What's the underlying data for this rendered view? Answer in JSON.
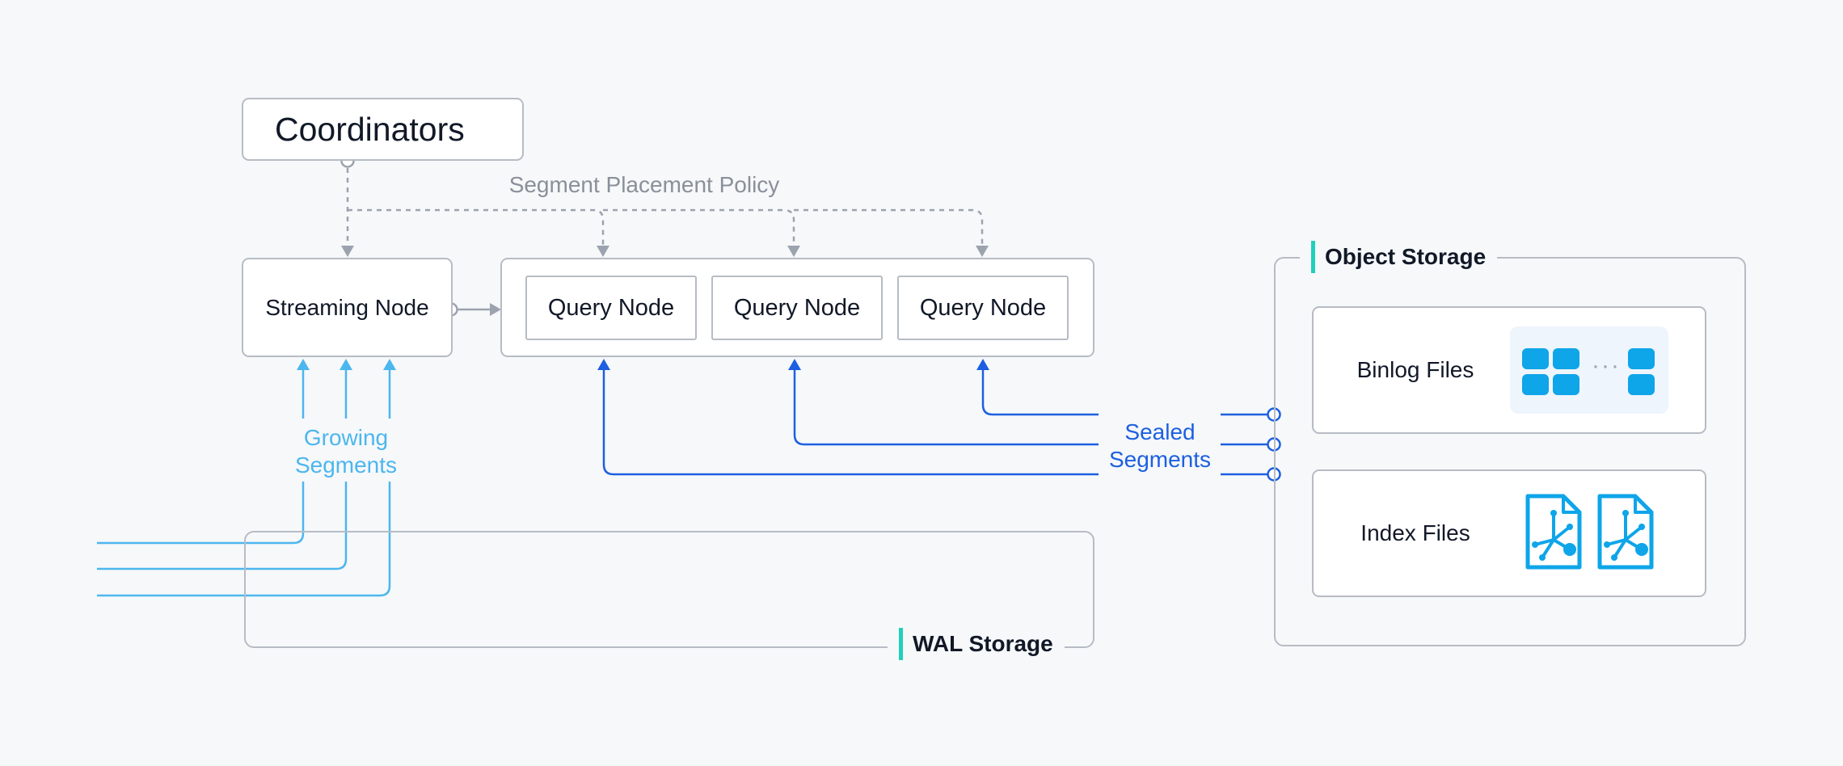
{
  "diagram": {
    "coordinators": "Coordinators",
    "policy": "Segment Placement Policy",
    "streaming_node": "Streaming Node",
    "query_nodes": [
      "Query Node",
      "Query Node",
      "Query Node"
    ],
    "growing_segments": [
      "Growing",
      "Segments"
    ],
    "sealed_segments": [
      "Sealed",
      "Segments"
    ],
    "wal_storage": "WAL Storage",
    "object_storage": "Object Storage",
    "binlog_files": "Binlog Files",
    "binlog_ellipsis": "···",
    "index_files": "Index Files"
  },
  "colors": {
    "dashed_gray": "#9ca3af",
    "growing_blue": "#4cb6ee",
    "sealed_blue": "#1d5fe0",
    "accent_teal": "#22cfb8",
    "tile_blue": "#0ea5e9"
  },
  "icons": [
    "segment-tile-icon",
    "index-file-icon"
  ]
}
